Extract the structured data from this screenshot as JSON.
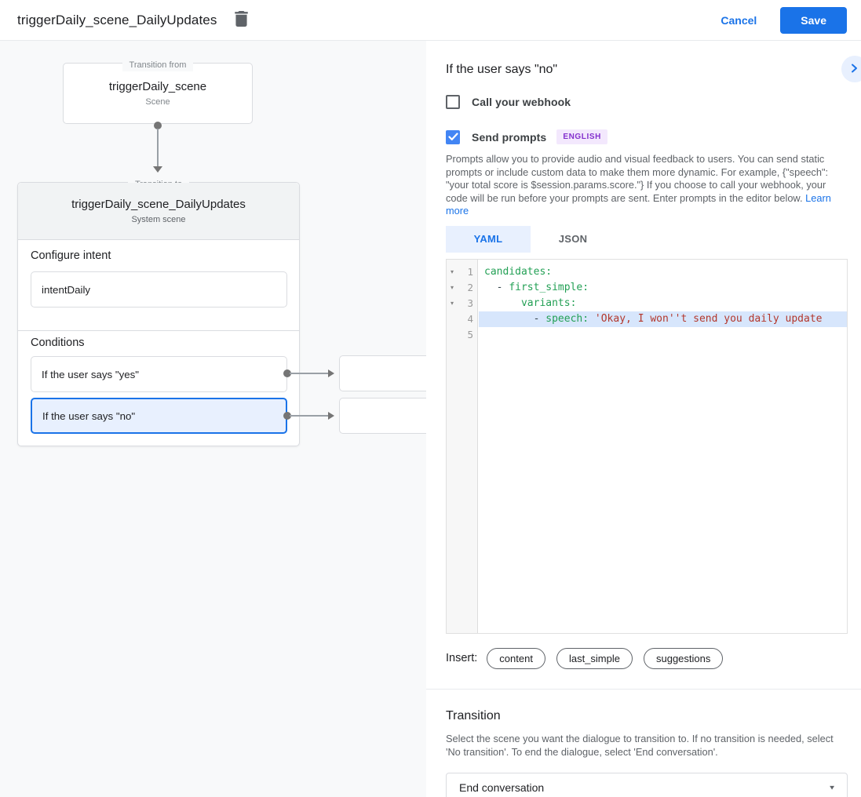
{
  "colors": {
    "accent": "#1a73e8",
    "selection_bg": "#e8f0fe",
    "badge_bg": "#f3e8fd",
    "badge_text": "#8430ce",
    "code_key": "#23a055",
    "code_string": "#b3372c",
    "line_highlight": "#d7e6fc"
  },
  "header": {
    "title": "triggerDaily_scene_DailyUpdates",
    "cancel_label": "Cancel",
    "save_label": "Save"
  },
  "diagram": {
    "from_box": {
      "legend": "Transition from",
      "title": "triggerDaily_scene",
      "subtitle": "Scene"
    },
    "to_card": {
      "legend": "Transition to",
      "title": "triggerDaily_scene_DailyUpdates",
      "subtitle": "System scene",
      "configure_intent_label": "Configure intent",
      "intent_value": "intentDaily",
      "conditions_label": "Conditions",
      "conditions": [
        {
          "label": "If the user says \"yes\"",
          "selected": false
        },
        {
          "label": "If the user says \"no\"",
          "selected": true
        }
      ]
    }
  },
  "panel": {
    "title": "If the user says \"no\"",
    "webhook_checkbox": {
      "label": "Call your webhook",
      "checked": false
    },
    "prompts_checkbox": {
      "label": "Send prompts",
      "checked": true,
      "badge": "ENGLISH"
    },
    "description": "Prompts allow you to provide audio and visual feedback to users. You can send static prompts or include custom data to make them more dynamic. For example, {\"speech\": \"your total score is $session.params.score.\"} If you choose to call your webhook, your code will be run before your prompts are sent. Enter prompts in the editor below.",
    "learn_more_label": "Learn more",
    "tabs": {
      "yaml": "YAML",
      "json": "JSON"
    },
    "editor": {
      "line_numbers": [
        "1",
        "2",
        "3",
        "4",
        "5"
      ],
      "line1": {
        "key": "candidates:"
      },
      "line2": {
        "prefix": "  - ",
        "key": "first_simple:"
      },
      "line3": {
        "prefix": "      ",
        "key": "variants:"
      },
      "line4": {
        "prefix": "        - ",
        "key": "speech:",
        "string": " 'Okay, I won''t send you daily update"
      }
    },
    "insert": {
      "label": "Insert:",
      "chips": [
        "content",
        "last_simple",
        "suggestions"
      ]
    },
    "transition": {
      "title": "Transition",
      "description": "Select the scene you want the dialogue to transition to. If no transition is needed, select 'No transition'. To end the dialogue, select 'End conversation'.",
      "dropdown_value": "End conversation"
    }
  },
  "icons": {
    "fold": "▾",
    "caret_down": "▼",
    "check": "✓"
  }
}
